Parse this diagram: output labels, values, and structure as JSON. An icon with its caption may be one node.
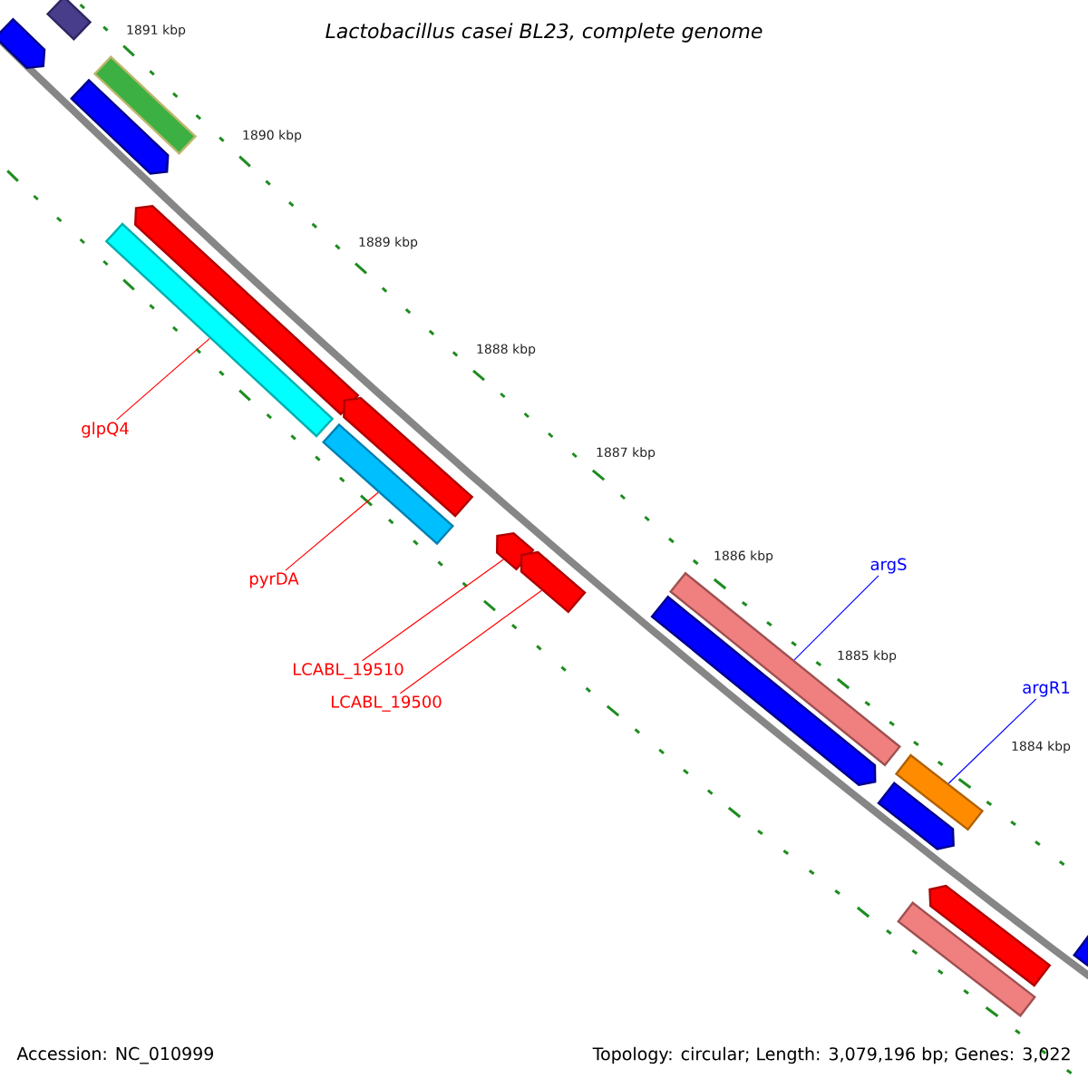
{
  "diagram": {
    "title": "Lactobacillus casei BL23, complete genome",
    "nodes": [
      {
        "text": [],
        "shape": "bar"
      },
      {
        "text": [],
        "shape": "pentagon"
      },
      {
        "text": [],
        "shape": "bar"
      },
      {
        "text": [],
        "shape": "pentagon"
      },
      {
        "text": [],
        "shape": "pentagon"
      },
      {
        "text": [],
        "shape": "bar"
      },
      {
        "text": [],
        "shape": "bar"
      },
      {
        "text": [],
        "shape": "pentagon"
      },
      {
        "text": [],
        "shape": "pentagon"
      },
      {
        "text": [],
        "shape": "pentagon"
      },
      {
        "text": [],
        "shape": "bar"
      },
      {
        "text": [],
        "shape": "pentagon"
      },
      {
        "text": [],
        "shape": "bar"
      },
      {
        "text": [],
        "shape": "pentagon"
      },
      {
        "text": [],
        "shape": "pentagon"
      },
      {
        "text": [],
        "shape": "bar"
      },
      {
        "text": [],
        "shape": "pentagon"
      },
      {
        "text": [
          "glpQ4"
        ]
      },
      {
        "text": [
          "pyrDA"
        ]
      },
      {
        "text": [
          "LCABL_19510"
        ]
      },
      {
        "text": [
          "LCABL_19500"
        ]
      },
      {
        "text": [
          "argS"
        ]
      },
      {
        "text": [
          "argR1"
        ]
      }
    ],
    "edges": [
      {
        "from": 17,
        "to": 5,
        "arrow": "none"
      },
      {
        "from": 18,
        "to": 6,
        "arrow": "none"
      },
      {
        "from": 19,
        "to": 8,
        "arrow": "none"
      },
      {
        "from": 20,
        "to": 9,
        "arrow": "none"
      },
      {
        "from": 21,
        "to": 10,
        "arrow": "none",
        "color": "#0000ff"
      },
      {
        "from": 22,
        "to": 12,
        "arrow": "none",
        "color": "#0000ff"
      }
    ],
    "labels": [
      "1891 kbp",
      "1890 kbp",
      "1889 kbp",
      "1888 kbp",
      "1887 kbp",
      "1886 kbp",
      "1885 kbp",
      "1884 kbp",
      "Accession: NC_010999",
      "Topology: circular; Length: 3,079,196 bp; Genes: 3,022"
    ]
  }
}
